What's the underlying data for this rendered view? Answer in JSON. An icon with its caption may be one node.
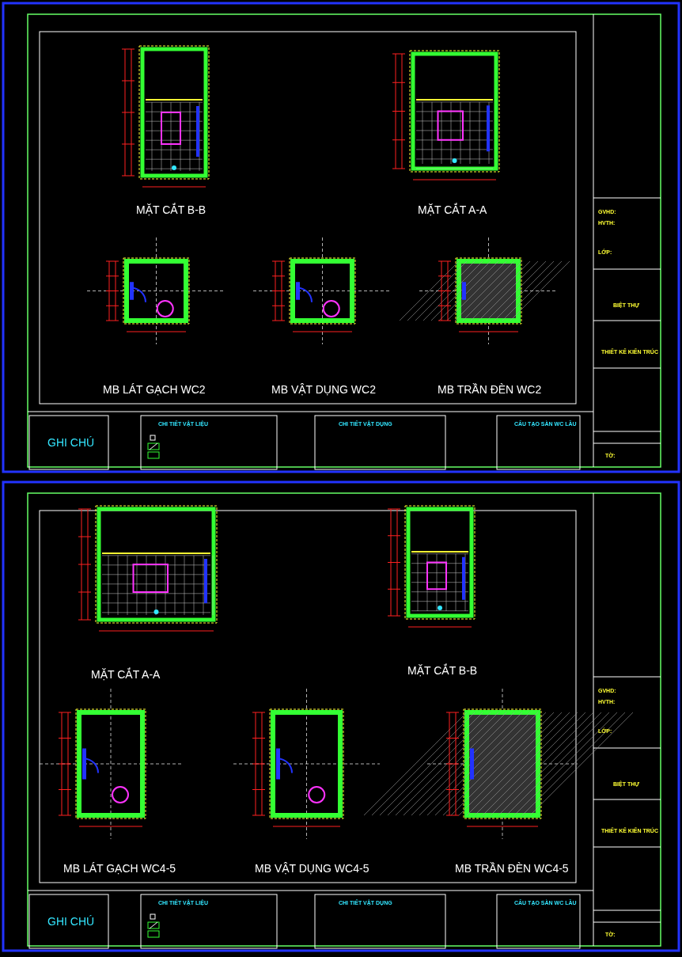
{
  "diagram": {
    "labels": [
      "MẶT CẮT B-B",
      "MẶT CẮT A-A",
      "MB LÁT GẠCH WC2",
      "MB VẬT DỤNG WC2",
      "MB TRẦN ĐÈN WC2",
      "GHI CHÚ",
      "CHI TIẾT VẬT LIỆU",
      "CHI TIẾT VẬT DỤNG",
      "CẤU TẠO SÀN WC LẦU",
      "GVHD:",
      "HVTH:",
      "LỚP:",
      "BIỆT THỰ",
      "THIẾT KẾ KIẾN TRÚC",
      "TỜ:",
      "MẶT CẮT A-A",
      "MẶT CẮT B-B",
      "MB LÁT GẠCH WC4-5",
      "MB VẬT DỤNG WC4-5",
      "MB TRẦN ĐÈN WC4-5",
      "GHI CHÚ",
      "CHI TIẾT VẬT LIỆU",
      "CHI TIẾT VẬT DỤNG",
      "CẤU TẠO SÀN WC LẦU",
      "GVHD:",
      "HVTH:",
      "LỚP:",
      "BIỆT THỰ",
      "THIẾT KẾ KIẾN TRÚC",
      "TỜ:"
    ]
  }
}
